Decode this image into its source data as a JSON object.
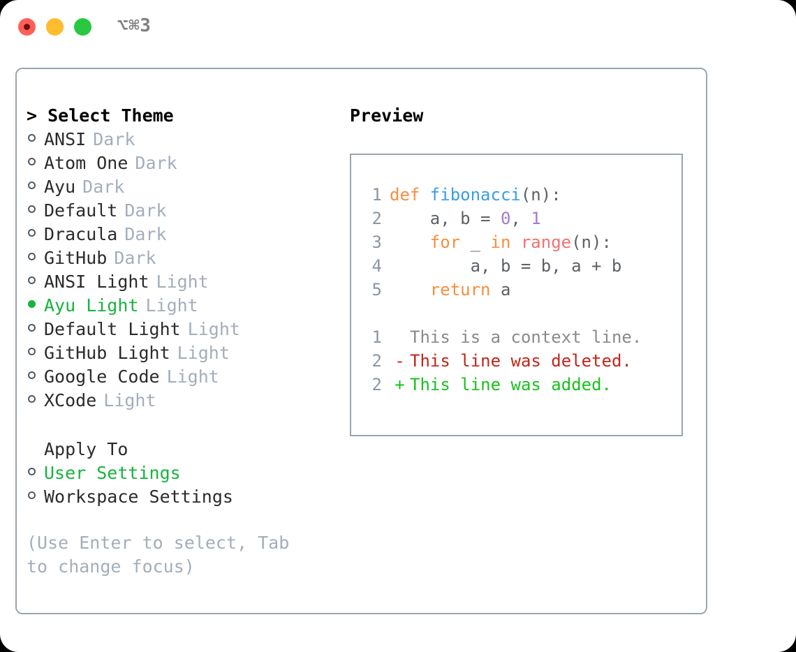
{
  "window": {
    "shortcut": "⌥⌘3",
    "traffic_lights": [
      {
        "name": "close",
        "color": "#ff5f57"
      },
      {
        "name": "minimize",
        "color": "#febc2e"
      },
      {
        "name": "maximize",
        "color": "#28c840"
      }
    ]
  },
  "theme_panel": {
    "header": "> Select Theme",
    "items": [
      {
        "name": "ANSI",
        "tag": "Dark",
        "selected": false
      },
      {
        "name": "Atom One",
        "tag": "Dark",
        "selected": false
      },
      {
        "name": "Ayu",
        "tag": "Dark",
        "selected": false
      },
      {
        "name": "Default",
        "tag": "Dark",
        "selected": false
      },
      {
        "name": "Dracula",
        "tag": "Dark",
        "selected": false
      },
      {
        "name": "GitHub",
        "tag": "Dark",
        "selected": false
      },
      {
        "name": "ANSI Light",
        "tag": "Light",
        "selected": false
      },
      {
        "name": "Ayu Light",
        "tag": "Light",
        "selected": true
      },
      {
        "name": "Default Light",
        "tag": "Light",
        "selected": false
      },
      {
        "name": "GitHub Light",
        "tag": "Light",
        "selected": false
      },
      {
        "name": "Google Code",
        "tag": "Light",
        "selected": false
      },
      {
        "name": "XCode",
        "tag": "Light",
        "selected": false
      }
    ]
  },
  "apply_to": {
    "header": "Apply To",
    "options": [
      {
        "label": "User Settings",
        "selected": true
      },
      {
        "label": "Workspace Settings",
        "selected": false
      }
    ]
  },
  "hint": "(Use Enter to select, Tab to change focus)",
  "preview": {
    "header": "Preview",
    "code_lines": [
      {
        "lineno": "1",
        "tokens": [
          {
            "text": "def ",
            "type": "keyword"
          },
          {
            "text": "fibonacci",
            "type": "function"
          },
          {
            "text": "(n):",
            "type": "plain"
          }
        ]
      },
      {
        "lineno": "2",
        "tokens": [
          {
            "text": "    a, b = ",
            "type": "plain"
          },
          {
            "text": "0",
            "type": "number"
          },
          {
            "text": ", ",
            "type": "plain"
          },
          {
            "text": "1",
            "type": "number"
          }
        ]
      },
      {
        "lineno": "3",
        "tokens": [
          {
            "text": "    for ",
            "type": "keyword"
          },
          {
            "text": "_ ",
            "type": "plain"
          },
          {
            "text": "in ",
            "type": "keyword"
          },
          {
            "text": "range",
            "type": "builtin"
          },
          {
            "text": "(n):",
            "type": "plain"
          }
        ]
      },
      {
        "lineno": "4",
        "tokens": [
          {
            "text": "        a, b = b, a + b",
            "type": "plain"
          }
        ]
      },
      {
        "lineno": "5",
        "tokens": [
          {
            "text": "    return ",
            "type": "keyword"
          },
          {
            "text": "a",
            "type": "plain"
          }
        ]
      }
    ],
    "diff_lines": [
      {
        "lineno": "1",
        "marker": " ",
        "text": "This is a context line.",
        "type": "context"
      },
      {
        "lineno": "2",
        "marker": "-",
        "text": "This line was deleted.",
        "type": "deleted"
      },
      {
        "lineno": "2",
        "marker": "+",
        "text": "This line was added.",
        "type": "added"
      }
    ]
  },
  "colors": {
    "accent_green": "#17b33e",
    "tag_gray": "#a3aebb",
    "border": "#9aa5b1",
    "keyword": "#fa8d3e",
    "function": "#399ee6",
    "number": "#a37acc",
    "builtin": "#f07171",
    "lineno": "#8a96a3",
    "diff_context": "#8a8a8a",
    "diff_deleted": "#c0261b",
    "diff_added": "#18c21c"
  }
}
